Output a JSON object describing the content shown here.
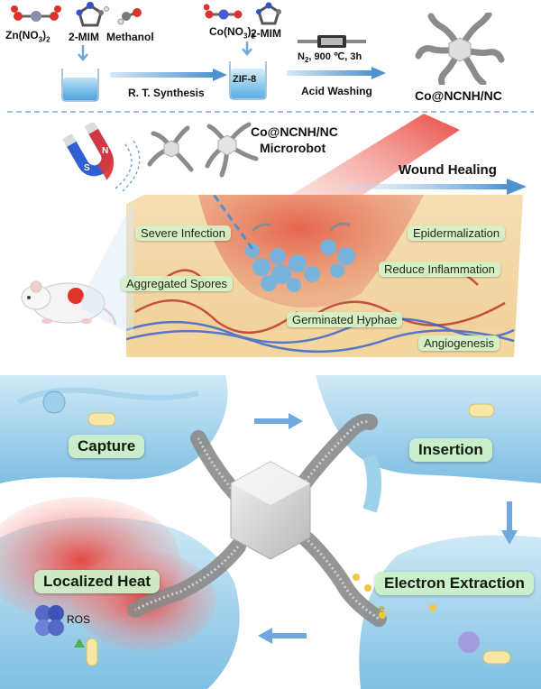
{
  "synthesis": {
    "reagent_zn": "Zn(NO3)2",
    "reagent_zn_main": "Zn(NO",
    "reagent_zn_sub1": "3",
    "reagent_zn_sub2": "2",
    "reagent_2mim": "2-MIM",
    "reagent_methanol": "Methanol",
    "reagent_co_main": "Co(NO",
    "reagent_co_sub1": "3",
    "reagent_co_sub2": "2",
    "reagent_2mim_b": "2-MIM",
    "step1": "R. T. Synthesis",
    "zif_label": "ZIF-8",
    "step2_top_main": "N",
    "step2_top_sub": "2",
    "step2_top_rest": ", 900 ℃, 3h",
    "step2_bottom": "Acid Washing",
    "product": "Co@NCNH/NC"
  },
  "treatment": {
    "microrobot_line1": "Co@NCNH/NC",
    "microrobot_line2": "Microrobot",
    "wound_healing": "Wound Healing",
    "magnet_s": "S",
    "magnet_n": "N",
    "labels": {
      "severe_infection": "Severe Infection",
      "aggregated_spores": "Aggregated Spores",
      "germinated_hyphae": "Germinated Hyphae",
      "epidermalization": "Epidermalization",
      "reduce_inflammation": "Reduce Inflammation",
      "angiogenesis": "Angiogenesis"
    }
  },
  "mechanism": {
    "capture": "Capture",
    "insertion": "Insertion",
    "electron_extraction": "Electron Extraction",
    "localized_heat": "Localized Heat",
    "ros": "ROS",
    "electron": "e"
  },
  "colors": {
    "arrow_blue": "#6fa8dc",
    "pill_green": "#d6f0c8",
    "cell_blue": "#8ec9e6",
    "heat_red": "#e8403a",
    "skin": "#f2d7a8",
    "wound": "#d9533e"
  }
}
